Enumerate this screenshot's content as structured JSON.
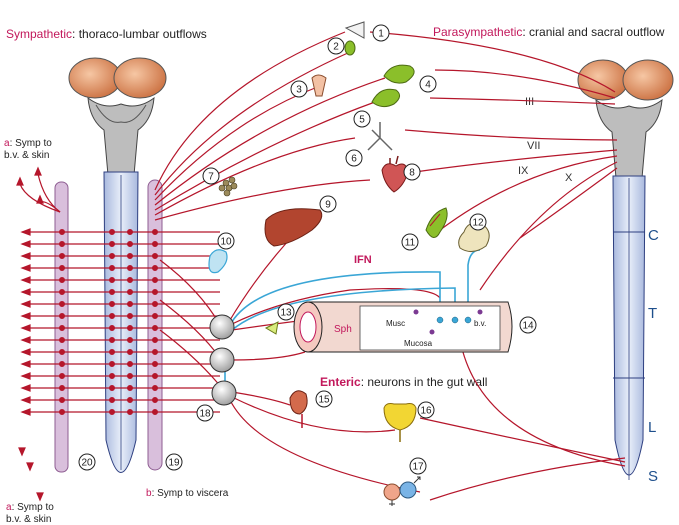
{
  "titles": {
    "sympathetic_label": "Sympathetic",
    "sympathetic_rest": ": thoraco-lumbar outflows",
    "parasympathetic_label": "Parasympathetic",
    "parasympathetic_rest": ": cranial and sacral outflow",
    "enteric_label": "Enteric",
    "enteric_rest": ": neurons in the gut wall"
  },
  "side_labels": {
    "a_prefix": "a",
    "a_top_line1": ": Symp to",
    "a_top_line2": "b.v. & skin",
    "a_bottom_line1": ": Symp to",
    "a_bottom_line2": "b.v. & skin",
    "b_prefix": "b",
    "b_rest": ": Symp to viscera"
  },
  "cranial_nerves": [
    "III",
    "VII",
    "IX",
    "X"
  ],
  "spinal_segments": [
    "C",
    "T",
    "L",
    "S"
  ],
  "gut_labels": {
    "ifn": "IFN",
    "sph": "Sph",
    "musc": "Musc",
    "mucosa": "Mucosa",
    "bv": "b.v."
  },
  "organ_numbers": [
    "1",
    "2",
    "3",
    "4",
    "5",
    "6",
    "7",
    "8",
    "9",
    "10",
    "11",
    "12",
    "13",
    "14",
    "15",
    "16",
    "17",
    "18",
    "19",
    "20"
  ],
  "colors": {
    "nerve_red": "#b5162b",
    "ifn_blue": "#3aa6d6",
    "cord_blue": "#c7d3ec",
    "chain_pink": "#d9bfdc",
    "accent_magenta": "#c2185b"
  }
}
